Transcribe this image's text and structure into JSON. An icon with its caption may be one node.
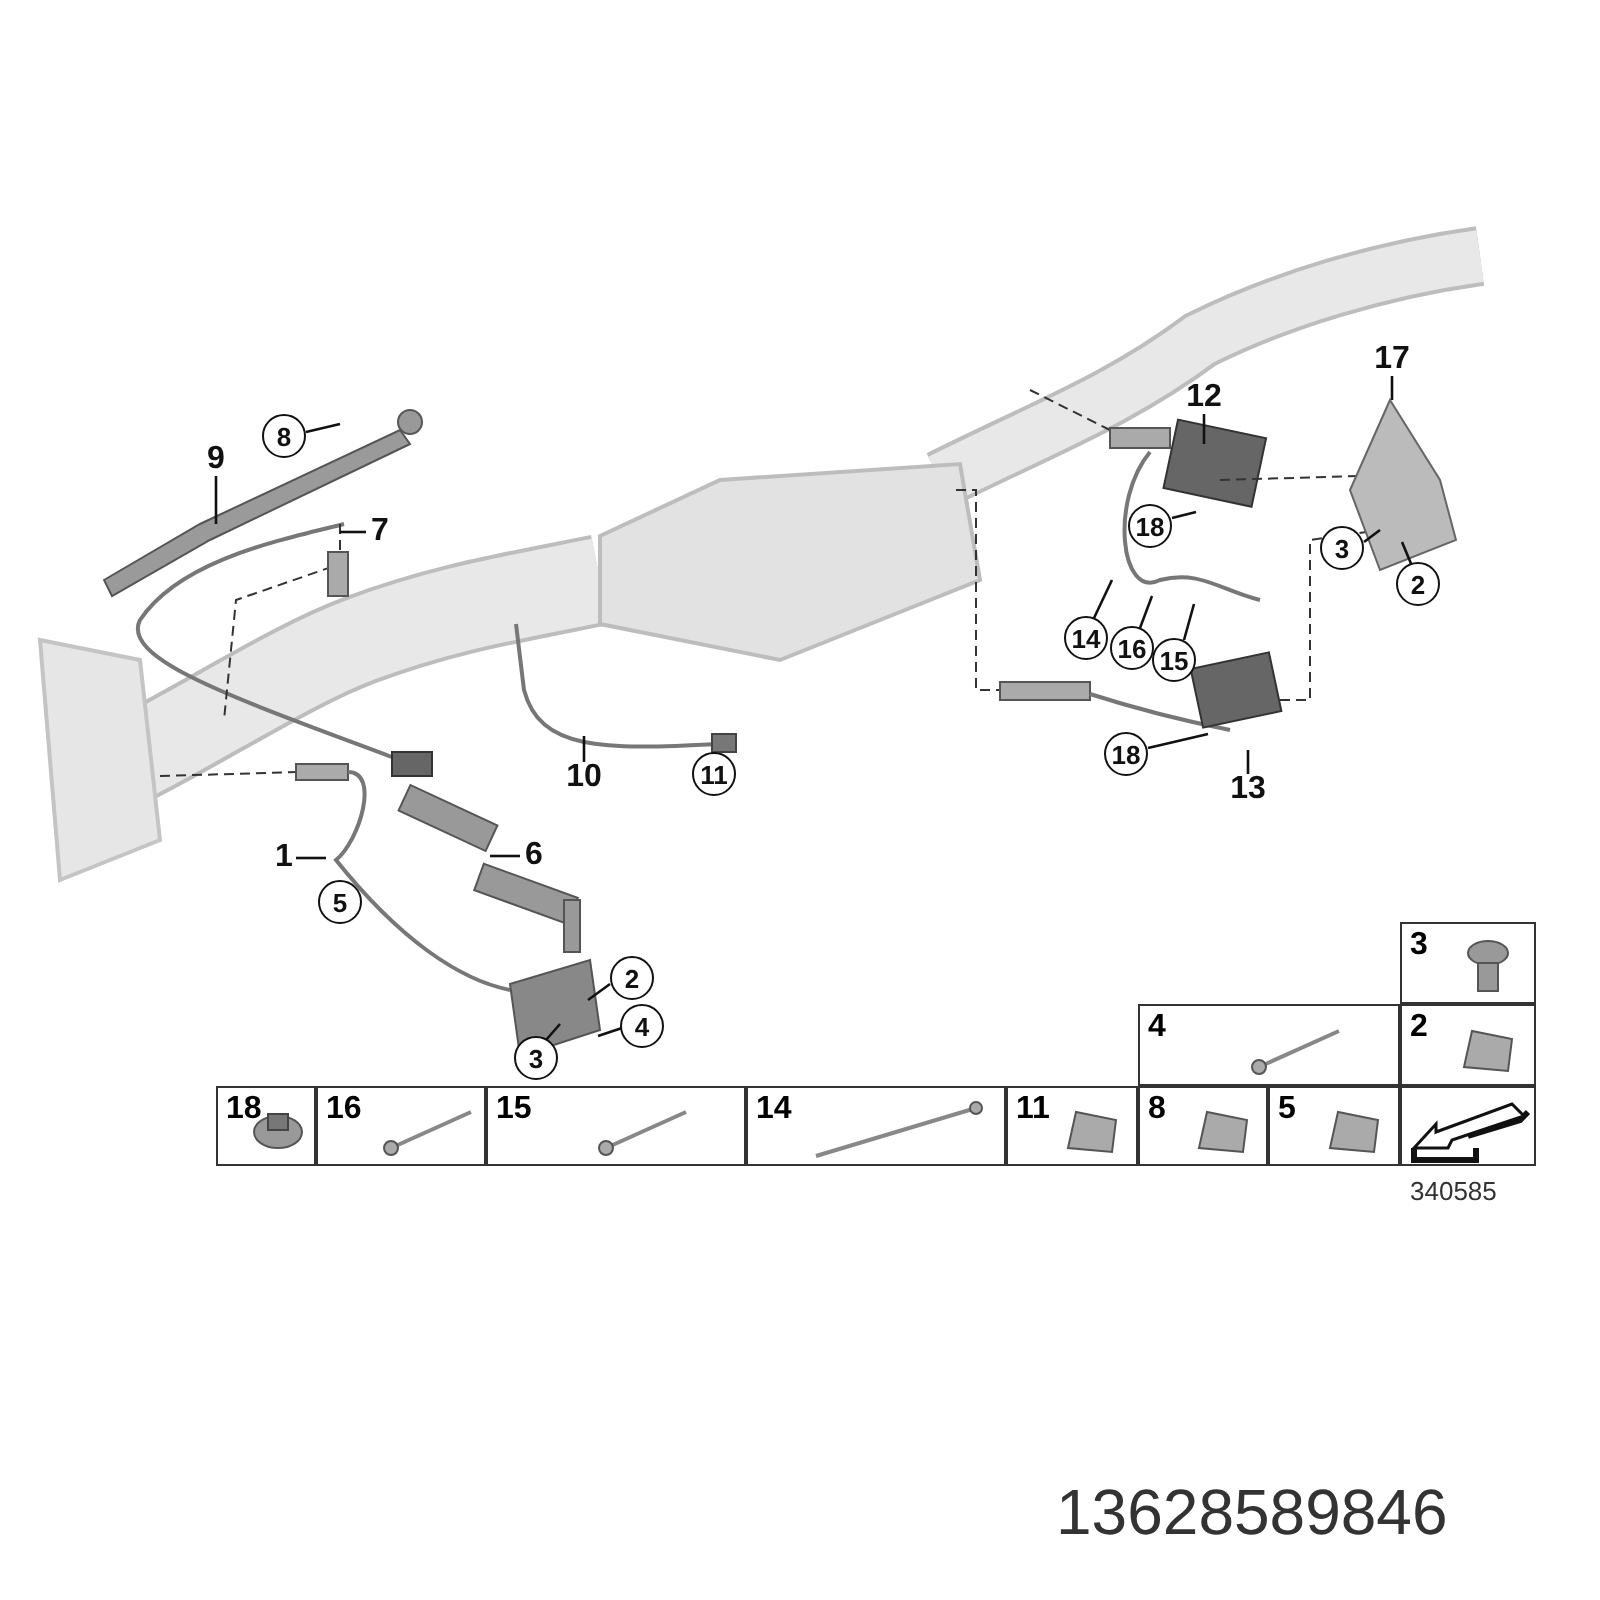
{
  "diagram": {
    "nodes": [
      {
        "text": [
          "9"
        ]
      },
      {
        "text": [
          "8"
        ]
      },
      {
        "text": [
          "7"
        ]
      },
      {
        "text": [
          "10"
        ]
      },
      {
        "text": [
          "11"
        ]
      },
      {
        "text": [
          "1"
        ]
      },
      {
        "text": [
          "5"
        ]
      },
      {
        "text": [
          "6"
        ]
      },
      {
        "text": [
          "2"
        ]
      },
      {
        "text": [
          "4"
        ]
      },
      {
        "text": [
          "3"
        ]
      },
      {
        "text": [
          "12"
        ]
      },
      {
        "text": [
          "18"
        ]
      },
      {
        "text": [
          "14"
        ]
      },
      {
        "text": [
          "16"
        ]
      },
      {
        "text": [
          "15"
        ]
      },
      {
        "text": [
          "18"
        ]
      },
      {
        "text": [
          "13"
        ]
      },
      {
        "text": [
          "17"
        ]
      },
      {
        "text": [
          "3"
        ]
      },
      {
        "text": [
          "2"
        ]
      },
      {
        "text": [
          "3"
        ]
      },
      {
        "text": [
          "4"
        ]
      },
      {
        "text": [
          "2"
        ]
      },
      {
        "text": [
          "18"
        ]
      },
      {
        "text": [
          "16"
        ]
      },
      {
        "text": [
          "15"
        ]
      },
      {
        "text": [
          "14"
        ]
      },
      {
        "text": [
          "11"
        ]
      },
      {
        "text": [
          "8"
        ]
      },
      {
        "text": [
          "5"
        ]
      },
      {
        "text": [],
        "shape": "box"
      }
    ],
    "edges": [
      {
        "from": 0,
        "to": null,
        "arrow": "none"
      },
      {
        "from": 1,
        "to": null,
        "arrow": "none"
      },
      {
        "from": 2,
        "to": null,
        "arrow": "none"
      },
      {
        "from": 3,
        "to": null,
        "arrow": "none"
      },
      {
        "from": 5,
        "to": null,
        "arrow": "none"
      },
      {
        "from": 7,
        "to": null,
        "arrow": "none"
      },
      {
        "from": 8,
        "to": null,
        "arrow": "none"
      },
      {
        "from": 9,
        "to": null,
        "arrow": "none"
      },
      {
        "from": 10,
        "to": null,
        "arrow": "none"
      },
      {
        "from": 11,
        "to": null,
        "arrow": "none"
      },
      {
        "from": 12,
        "to": null,
        "arrow": "none"
      },
      {
        "from": 13,
        "to": null,
        "arrow": "none"
      },
      {
        "from": 14,
        "to": null,
        "arrow": "none"
      },
      {
        "from": 15,
        "to": null,
        "arrow": "none"
      },
      {
        "from": 16,
        "to": null,
        "arrow": "none"
      },
      {
        "from": 17,
        "to": null,
        "arrow": "none"
      },
      {
        "from": 18,
        "to": null,
        "arrow": "none"
      },
      {
        "from": 19,
        "to": null,
        "arrow": "none"
      },
      {
        "from": 20,
        "to": null,
        "arrow": "none"
      }
    ],
    "labels": [
      "340585",
      "13628589846"
    ]
  }
}
